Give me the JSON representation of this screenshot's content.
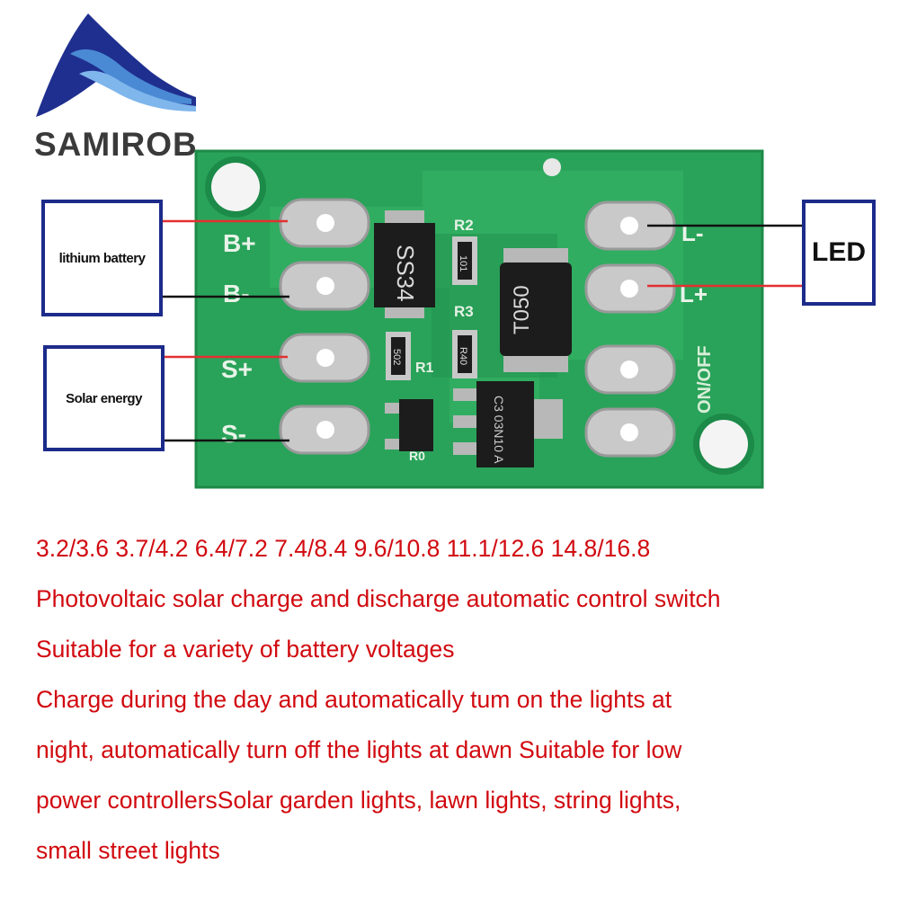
{
  "brand": {
    "name": "SAMIROB"
  },
  "labels": {
    "battery": "lithium battery",
    "solar": "Solar energy",
    "led": "LED"
  },
  "board": {
    "pads_left": [
      "B+",
      "B-",
      "S+",
      "S-"
    ],
    "pads_right": [
      "L-",
      "L+"
    ],
    "chips": {
      "diode": "SS34",
      "inductor": "T050",
      "mosfet": "C3 03N10 A",
      "switch_label": "ON/OFF"
    },
    "resistors": [
      "R2",
      "R3",
      "R1",
      "R0"
    ],
    "resistor_codes": [
      "101",
      "R40",
      "502"
    ],
    "colors": {
      "pcb": "#2aa35a",
      "wire_red": "#e23030",
      "wire_black": "#111111",
      "box": "#1c2b8a"
    }
  },
  "description": {
    "lines": [
      "3.2/3.6 3.7/4.2 6.4/7.2 7.4/8.4 9.6/10.8 11.1/12.6 14.8/16.8",
      "Photovoltaic solar charge and discharge automatic control switch",
      "Suitable for a variety of battery voltages",
      "Charge during the day and automatically tum on the lights at",
      "night, automatically turn off the lights at dawn Suitable for low",
      "power controllersSolar garden lights, lawn lights, string lights,",
      "small street lights"
    ],
    "color": "#d10a10"
  }
}
